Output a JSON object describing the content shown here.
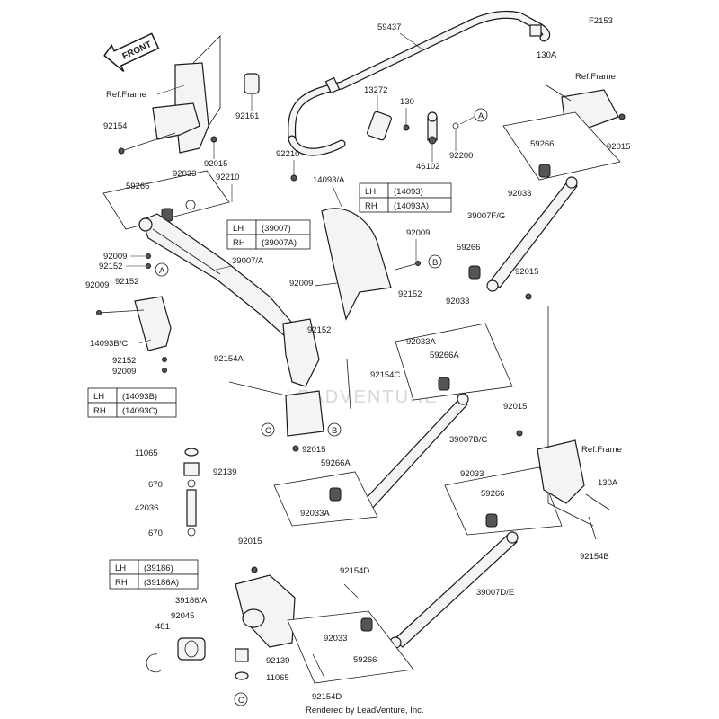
{
  "diagram_code": "F2153",
  "front_label": "FRONT",
  "watermark": "LEADVENTURE",
  "footer": "Rendered by LeadVenture, Inc.",
  "callouts": {
    "A": "A",
    "B": "B",
    "C": "C"
  },
  "part_labels": {
    "p59437": "59437",
    "p13272": "13272",
    "p130": "130",
    "p130a_top": "130A",
    "p92161": "92161",
    "p92154_top": "92154",
    "p92015_a": "92015",
    "p92015_b": "92015",
    "p92015_c": "92015",
    "p92015_d": "92015",
    "p92015_e": "92015",
    "p92015_f": "92015",
    "p92033_a": "92033",
    "p92033_b": "92033",
    "p92033_c": "92033",
    "p92033_d": "92033",
    "p92033_e": "92033",
    "p92033a_a": "92033A",
    "p92033a_b": "92033A",
    "p92210_a": "92210",
    "p92210_b": "92210",
    "p59266_a": "59266",
    "p59266_b": "59266",
    "p59266_c": "59266",
    "p59266_d": "59266",
    "p59266_e": "59266",
    "p59266a_a": "59266A",
    "p59266a_b": "59266A",
    "p46102": "46102",
    "p92200": "92200",
    "p14093a": "14093/A",
    "p92009_a": "92009",
    "p92009_b": "92009",
    "p92009_c": "92009",
    "p92009_d": "92009",
    "p92009_e": "92009",
    "p92152_a": "92152",
    "p92152_b": "92152",
    "p92152_c": "92152",
    "p92152_d": "92152",
    "p92152_e": "92152",
    "p39007a": "39007/A",
    "p39007fg": "39007F/G",
    "p14093bc": "14093B/C",
    "p92154a": "92154A",
    "p92154c": "92154C",
    "p92154b": "92154B",
    "p92154d_a": "92154D",
    "p92154d_b": "92154D",
    "p39007bc": "39007B/C",
    "p39007de": "39007D/E",
    "p11065_a": "11065",
    "p11065_b": "11065",
    "p92139_a": "92139",
    "p92139_b": "92139",
    "p670_a": "670",
    "p670_b": "670",
    "p42036": "42036",
    "p39186a": "39186/A",
    "p92045": "92045",
    "p481": "481",
    "p130a_right": "130A",
    "refframe_a": "Ref.Frame",
    "refframe_b": "Ref.Frame",
    "refframe_c": "Ref.Frame"
  },
  "tables": [
    {
      "rows": [
        [
          "LH",
          "(14093)"
        ],
        [
          "RH",
          "(14093A)"
        ]
      ]
    },
    {
      "rows": [
        [
          "LH",
          "(39007)"
        ],
        [
          "RH",
          "(39007A)"
        ]
      ]
    },
    {
      "rows": [
        [
          "LH",
          "(14093B)"
        ],
        [
          "RH",
          "(14093C)"
        ]
      ]
    },
    {
      "rows": [
        [
          "LH",
          "(39186)"
        ],
        [
          "RH",
          "(39186A)"
        ]
      ]
    }
  ]
}
